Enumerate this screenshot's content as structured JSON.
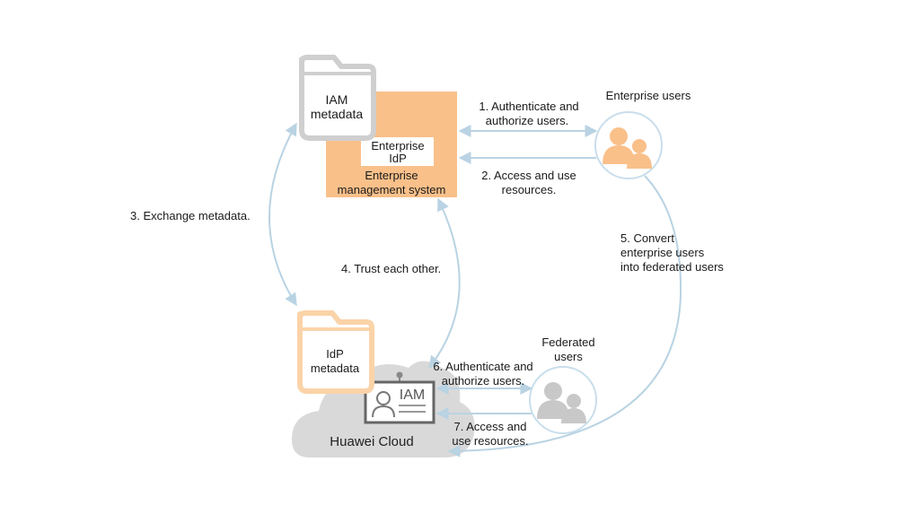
{
  "iam_metadata": {
    "line1": "IAM",
    "line2": "metadata"
  },
  "enterprise_system": {
    "idp_line1": "Enterprise",
    "idp_line2": "IdP",
    "label_line1": "Enterprise",
    "label_line2": "management  system"
  },
  "enterprise_users": {
    "label": "Enterprise users"
  },
  "idp_metadata": {
    "line1": "IdP",
    "line2": "metadata"
  },
  "federated_users": {
    "line1": "Federated",
    "line2": "users"
  },
  "cloud": {
    "label": "Huawei Cloud",
    "badge": "IAM"
  },
  "steps": {
    "s1": {
      "line1": "1. Authenticate and",
      "line2": "authorize users."
    },
    "s2": {
      "line1": "2. Access and use",
      "line2": "resources."
    },
    "s3": {
      "line1": "3. Exchange metadata."
    },
    "s4": {
      "line1": "4. Trust  each other."
    },
    "s5": {
      "line1": "5. Convert",
      "line2": "enterprise users",
      "line3": "into federated users"
    },
    "s6": {
      "line1": "6. Authenticate and",
      "line2": "authorize users."
    },
    "s7": {
      "line1": "7. Access and",
      "line2": "use resources."
    }
  },
  "colors": {
    "orange": "#F9C08A",
    "light_orange": "#FBD3A8",
    "gray_folder": "#CFCFCF",
    "connector": "#B9D3E3",
    "cloud": "#D9D9D9",
    "user_gray": "#C8C8C8"
  }
}
